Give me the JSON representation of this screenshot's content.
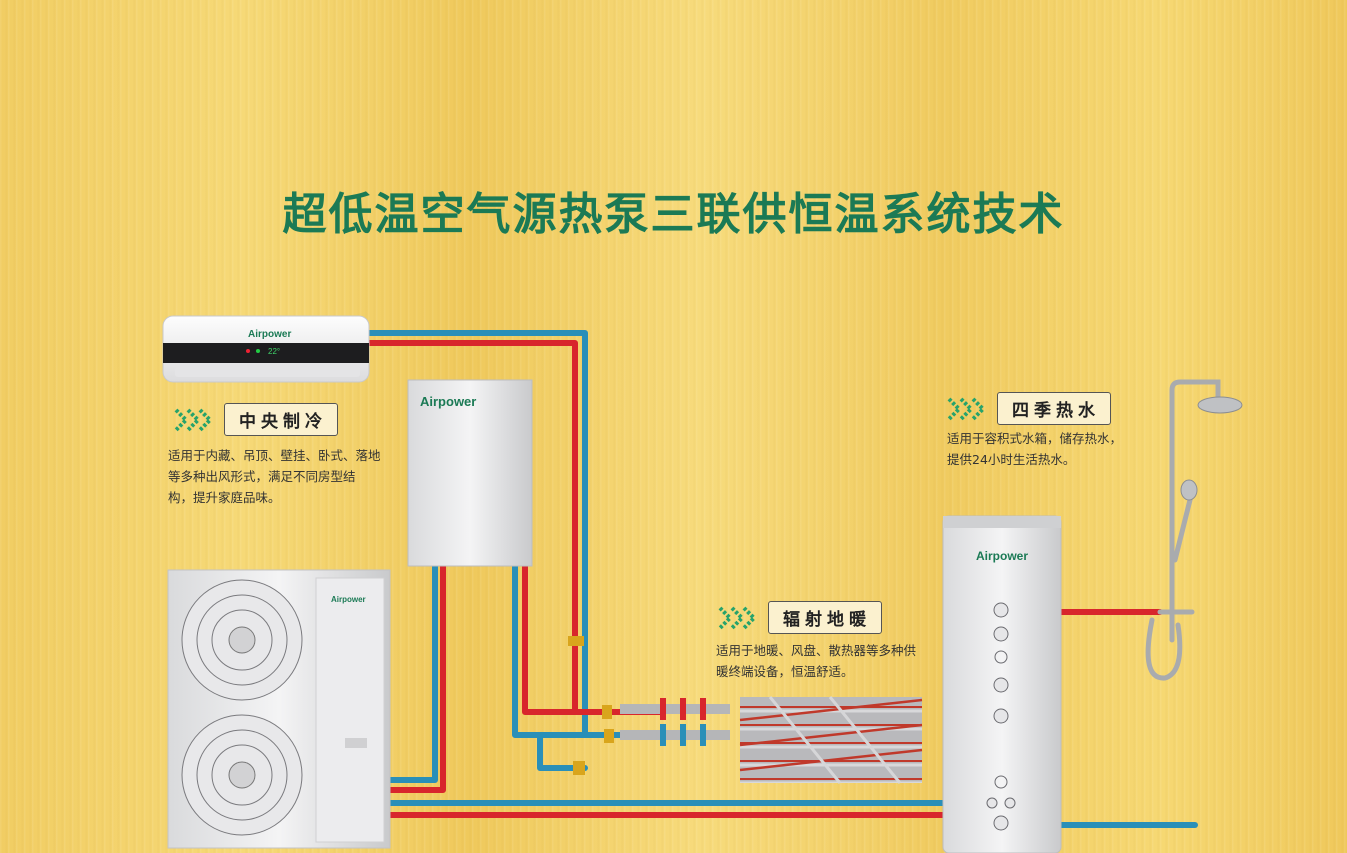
{
  "title": "超低温空气源热泵三联供恒温系统技术",
  "brand": "Airpower",
  "ac_display": "22°",
  "sections": {
    "cooling": {
      "label": "中央制冷",
      "desc": [
        "适用于内藏、吊顶、壁挂、卧式、落地",
        "等多种出风形式，满足不同房型结",
        "构，提升家庭品味。"
      ]
    },
    "heating": {
      "label": "辐射地暖",
      "desc": [
        "适用于地暖、风盘、散热器等多种供",
        "暖终端设备，恒温舒适。"
      ]
    },
    "hotwater": {
      "label": "四季热水",
      "desc": [
        "适用于容积式水箱，储存热水，",
        "提供24小时生活热水。"
      ]
    }
  },
  "colors": {
    "title": "#1b7a55",
    "pipe_hot": "#d8262c",
    "pipe_cold": "#2a8fb8",
    "chevron": "#27a36b"
  }
}
